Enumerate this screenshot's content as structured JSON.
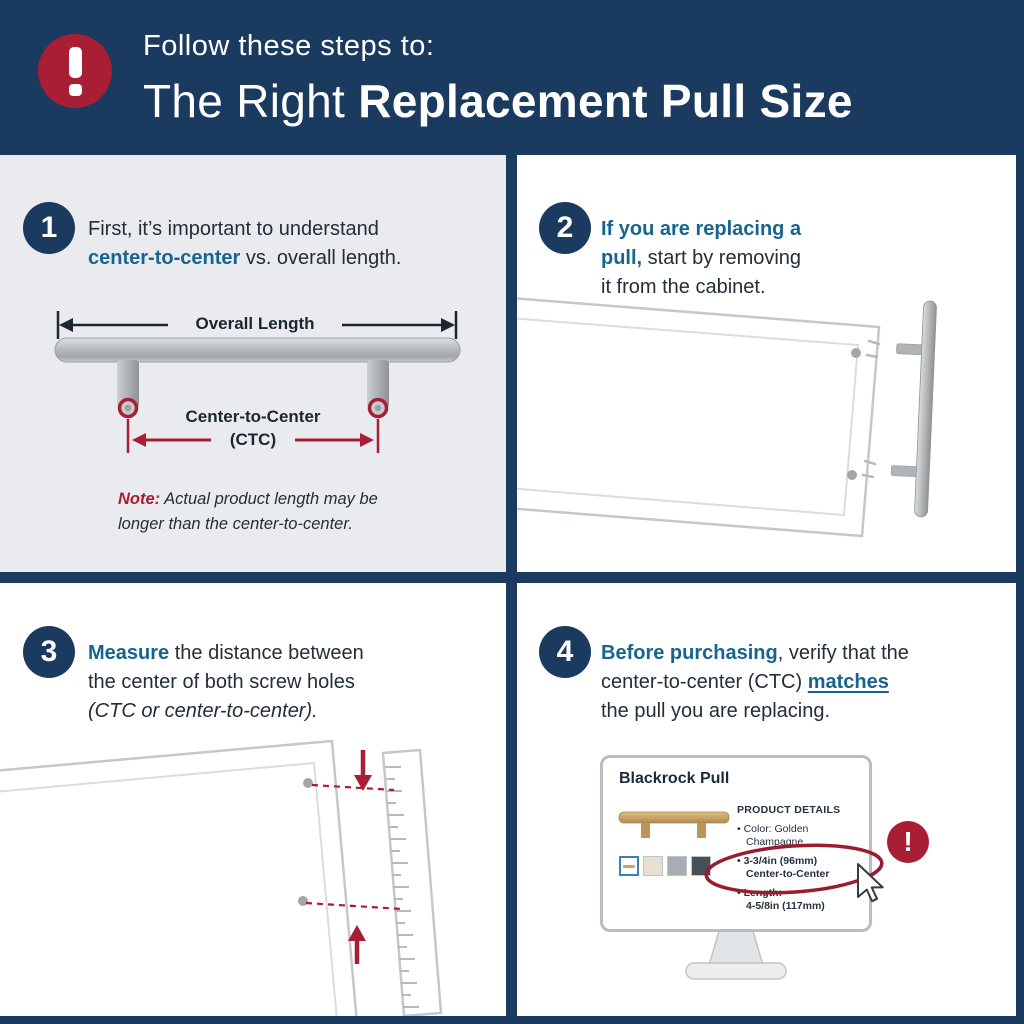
{
  "header": {
    "intro": "Follow these steps to:",
    "title_light": "The Right ",
    "title_bold": "Replacement Pull Size"
  },
  "steps": {
    "s1": {
      "num": "1",
      "line1": "First, it’s important to understand",
      "ctc_bold": "center-to-center",
      "line2_rest": " vs. overall length.",
      "diagram": {
        "overall": "Overall Length",
        "ctc1": "Center-to-Center",
        "ctc2": "(CTC)"
      },
      "note_label": "Note:",
      "note_line1": " Actual product length may be",
      "note_line2": "longer than the center-to-center."
    },
    "s2": {
      "num": "2",
      "bold1": "If you are replacing a",
      "bold2": "pull,",
      "rest2": " start by removing",
      "line3": "it from the cabinet."
    },
    "s3": {
      "num": "3",
      "bold": "Measure",
      "rest1": " the distance between",
      "line2": "the center of both screw holes",
      "line3_italic": "(CTC or center-to-center)."
    },
    "s4": {
      "num": "4",
      "bold": "Before purchasing",
      "rest1": ", verify that the",
      "line2a": "center-to-center (CTC) ",
      "match": "matches",
      "line3": "the pull you are replacing.",
      "monitor": {
        "title": "Blackrock Pull",
        "details_header": "PRODUCT DETAILS",
        "b1a": "• Color: Golden",
        "b1b": "Champagne",
        "b2a": "• 3-3/4in (96mm)",
        "b2b": "Center-to-Center",
        "b3a": "• Length:",
        "b3b": "4-5/8in (117mm)",
        "alert": "!"
      }
    }
  },
  "colors": {
    "navy": "#1b3a5f",
    "accent_red": "#a81e34",
    "highlight_red": "#9b1c31",
    "link_blue": "#17658f",
    "panel_gray": "#e9ebee",
    "gold": "#c9a469"
  }
}
